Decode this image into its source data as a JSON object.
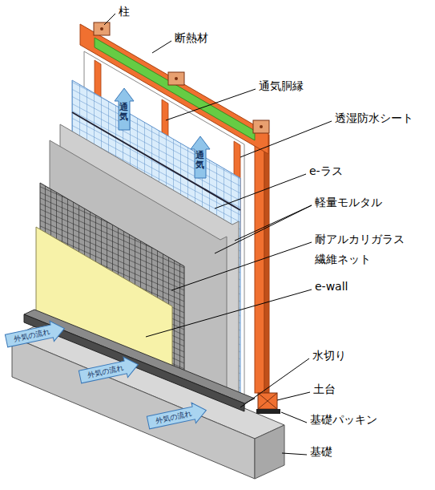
{
  "diagram": {
    "labels": [
      "柱",
      "断熱材",
      "通気胴縁",
      "透湿防水シート",
      "e-ラス",
      "軽量モルタル",
      "耐アルカリガラス 繊維ネット",
      "e-wall",
      "水切り",
      "土台",
      "基礎パッキン",
      "基礎",
      "通気",
      "通気",
      "外気の流れ",
      "外気の流れ",
      "外気の流れ"
    ]
  }
}
